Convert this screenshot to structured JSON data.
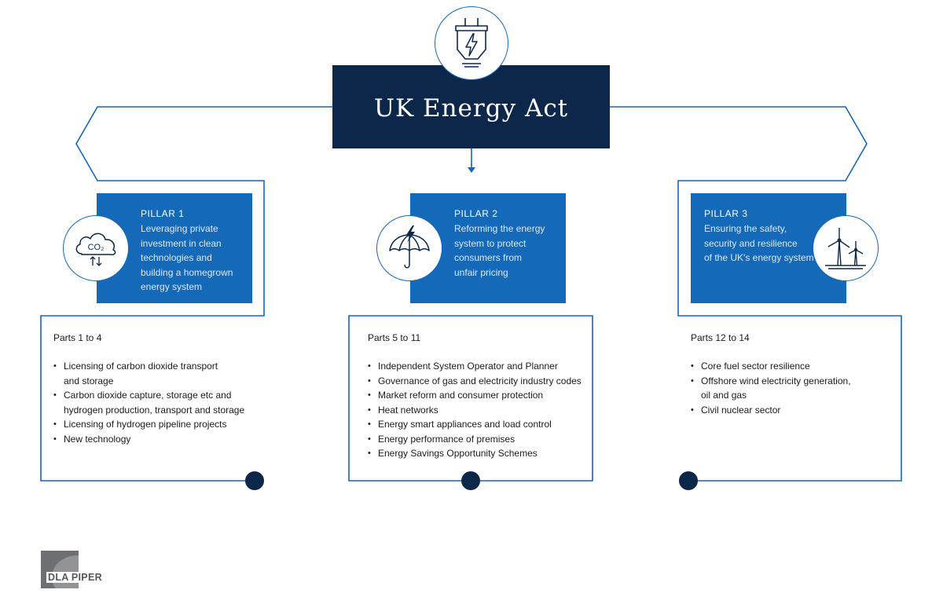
{
  "title": "UK Energy Act",
  "pillars": [
    {
      "label": "PILLAR 1",
      "lines": [
        "Leveraging private",
        "investment in clean",
        "technologies and",
        "building a homegrown",
        "energy system"
      ],
      "icon": "co2-cloud-icon",
      "parts_title": "Parts 1 to 4",
      "items": [
        [
          "Licensing of carbon dioxide transport",
          "and storage"
        ],
        [
          "Carbon dioxide capture, storage etc and",
          "hydrogen production, transport and storage"
        ],
        [
          "Licensing of hydrogen pipeline projects"
        ],
        [
          "New technology"
        ]
      ]
    },
    {
      "label": "PILLAR 2",
      "lines": [
        "Reforming the energy",
        "system to protect",
        "consumers from",
        "unfair pricing"
      ],
      "icon": "umbrella-lightning-icon",
      "parts_title": "Parts 5 to 11",
      "items": [
        [
          "Independent System Operator and Planner"
        ],
        [
          "Governance of gas and electricity industry codes"
        ],
        [
          "Market reform and consumer protection"
        ],
        [
          "Heat networks"
        ],
        [
          "Energy smart appliances and load control"
        ],
        [
          "Energy performance of premises"
        ],
        [
          "Energy Savings Opportunity Schemes"
        ]
      ]
    },
    {
      "label": "PILLAR 3",
      "lines": [
        "Ensuring the safety,",
        "security and resilience",
        "of the UK's energy system"
      ],
      "icon": "wind-turbines-icon",
      "parts_title": "Parts 12 to 14",
      "items": [
        [
          "Core fuel sector resilience"
        ],
        [
          "Offshore wind electricity generation,",
          "oil and gas"
        ],
        [
          "Civil nuclear sector"
        ]
      ]
    }
  ],
  "co2_icon_text": "CO₂",
  "logo": {
    "text": "DLA PIPER"
  },
  "colors": {
    "navy": "#0c2749",
    "blue": "#1469b9",
    "line": "#1565b8",
    "dot": "#0c2749"
  }
}
